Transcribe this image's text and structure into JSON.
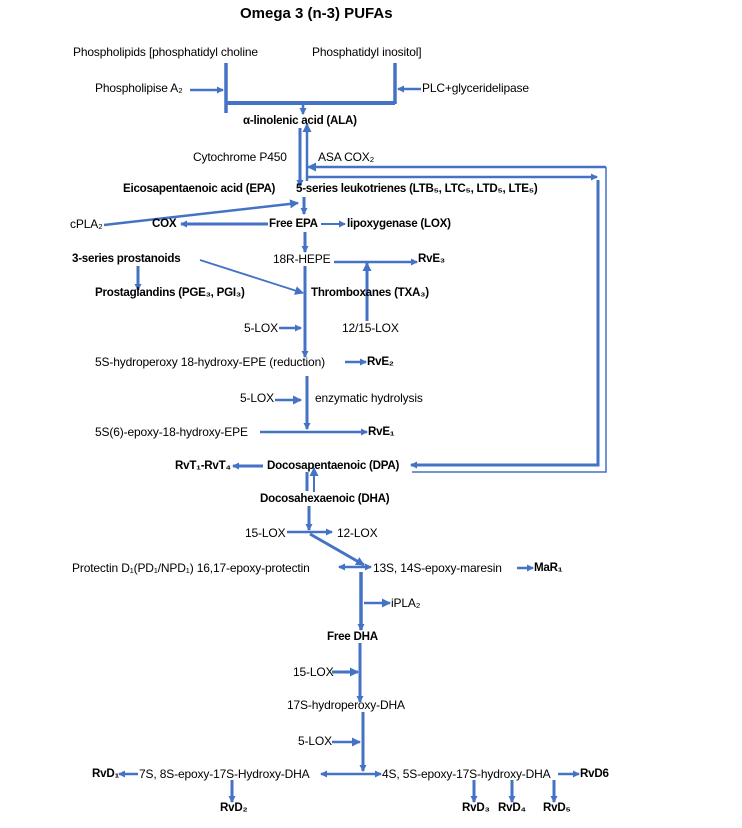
{
  "title": "Omega 3 (n-3) PUFAs",
  "colors": {
    "arrow": "#4472C4",
    "text": "#000000"
  },
  "labels": {
    "phospholipids": "Phospholipids [phosphatidyl choline",
    "phosphatidyl_inositol": "Phosphatidyl inositol]",
    "phospholipase_a2": "Phospholipise A₂",
    "plc": "PLC+glyceridelipase",
    "ala": "α-linolenic acid (ALA)",
    "cytochrome": "Cytochrome P450",
    "asa_cox2": "ASA COX₂",
    "epa": "Eicosapentaenoic acid (EPA)",
    "leukotrienes": "5-series leukotrienes (LTB₅, LTC₅, LTD₅, LTE₅)",
    "cpla2": "cPLA₂",
    "cox": "COX",
    "free_epa": "Free EPA",
    "lox": "lipoxygenase (LOX)",
    "prostanoids": "3-series prostanoids",
    "hepe": "18R-HEPE",
    "rve3": "RvE₃",
    "prostaglandins": "Prostaglandins (PGE₃, PGI₃)",
    "thromboxanes": "Thromboxanes (TXA₃)",
    "lox5_a": "5-LOX",
    "lox12_15": "12/15-LOX",
    "hydroperoxy_epe": "5S-hydroperoxy 18-hydroxy-EPE (reduction)",
    "rve2": "RvE₂",
    "lox5_b": "5-LOX",
    "enzymatic": "enzymatic hydrolysis",
    "epoxy_epe": "5S(6)-epoxy-18-hydroxy-EPE",
    "rve1": "RvE₁",
    "rvt": "RvT₁-RvT₄",
    "dpa": "Docosapentaenoic (DPA)",
    "dha": "Docosahexaenoic (DHA)",
    "lox15_a": "15-LOX",
    "lox12": "12-LOX",
    "protectin": "Protectin D₁(PD₁/NPD₁) 16,17-epoxy-protectin",
    "maresin": "13S, 14S-epoxy-maresin",
    "mar1": "MaR₁",
    "ipla2": "iPLA₂",
    "free_dha": "Free DHA",
    "lox15_b": "15-LOX",
    "hydroperoxy_dha": "17S-hydroperoxy-DHA",
    "lox5_c": "5-LOX",
    "rvd1": "RvD₁",
    "epoxy_7s": "7S, 8S-epoxy-17S-Hydroxy-DHA",
    "epoxy_4s": "4S, 5S-epoxy-17S-hydroxy-DHA",
    "rvd6": "RvD6",
    "rvd2": "RvD₂",
    "rvd3": "RvD₃",
    "rvd4": "RvD₄",
    "rvd5": "RvD₅"
  }
}
